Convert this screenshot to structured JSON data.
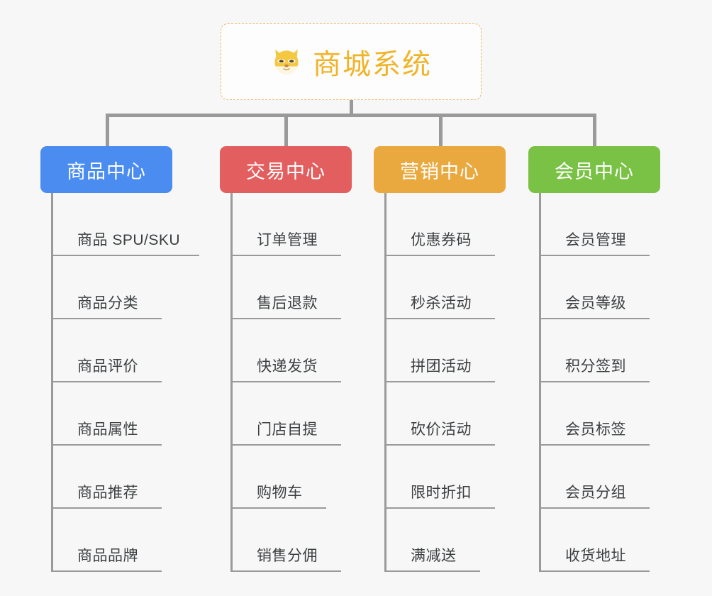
{
  "page": {
    "background": "#f7f7f7",
    "connector_color": "#9a9a9a"
  },
  "root": {
    "icon": "shiba-dog-face-icon",
    "title": "商城系统",
    "title_color": "#f0b429",
    "border_color": "#e8b96a",
    "border_style": "dashed"
  },
  "columns": [
    {
      "header": "商品中心",
      "color": "#4a8cf0",
      "items": [
        "商品 SPU/SKU",
        "商品分类",
        "商品评价",
        "商品属性",
        "商品推荐",
        "商品品牌"
      ]
    },
    {
      "header": "交易中心",
      "color": "#e35e5e",
      "items": [
        "订单管理",
        "售后退款",
        "快递发货",
        "门店自提",
        "购物车",
        "销售分佣"
      ]
    },
    {
      "header": "营销中心",
      "color": "#eaa93f",
      "items": [
        "优惠券码",
        "秒杀活动",
        "拼团活动",
        "砍价活动",
        "限时折扣",
        "满减送"
      ]
    },
    {
      "header": "会员中心",
      "color": "#7ac246",
      "items": [
        "会员管理",
        "会员等级",
        "积分签到",
        "会员标签",
        "会员分组",
        "收货地址"
      ]
    }
  ]
}
